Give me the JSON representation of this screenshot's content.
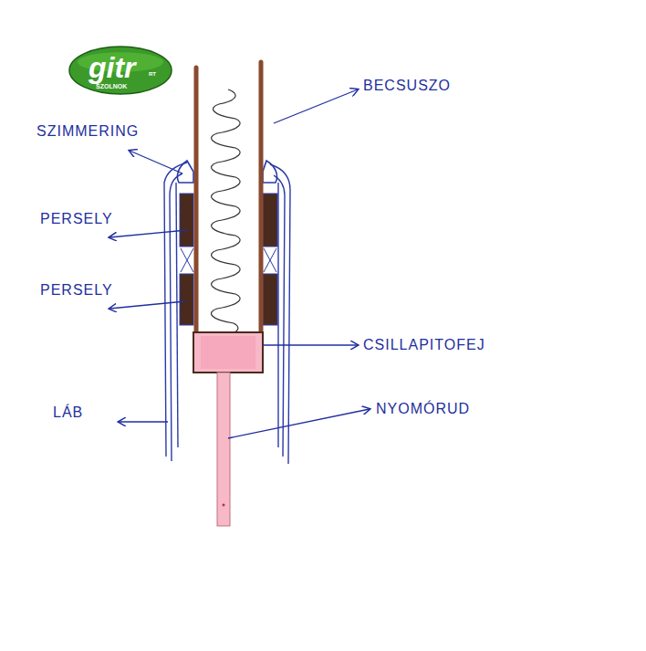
{
  "diagram": {
    "nodes": [
      {
        "text": [
          "gitr",
          "SZOLNOK",
          "RT"
        ]
      }
    ],
    "labels": [
      "BECSUSZO",
      "SZIMMERING",
      "PERSELY",
      "PERSELY",
      "CSILLAPITOFEJ",
      "LÁB",
      "NYOMÓRUD"
    ]
  }
}
